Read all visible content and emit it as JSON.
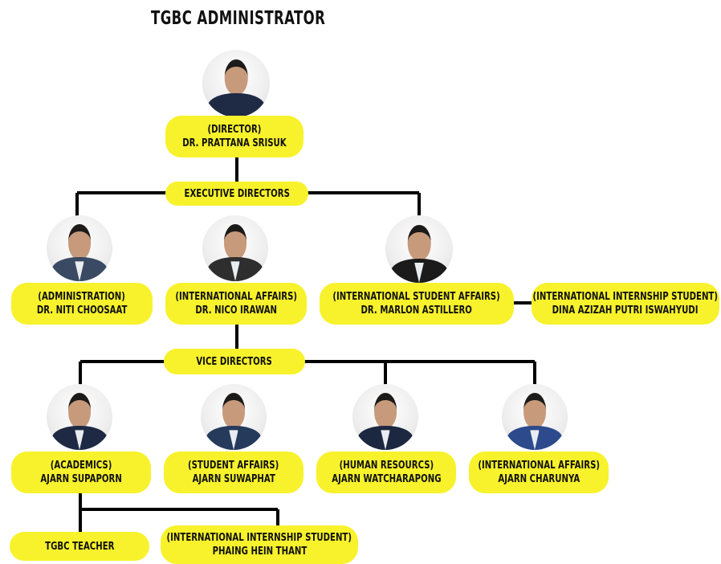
{
  "title": "TGBC ADMINISTRATOR",
  "director": {
    "role": "(DIRECTOR)",
    "name": "DR. PRATTANA SRISUK"
  },
  "executive_label": "EXECUTIVE DIRECTORS",
  "executives": [
    {
      "role": "(ADMINISTRATION)",
      "name": "DR. NITI CHOOSAAT"
    },
    {
      "role": "(INTERNATIONAL AFFAIRS)",
      "name": "DR. NICO IRAWAN"
    },
    {
      "role": "(INTERNATIONAL STUDENT AFFAIRS)",
      "name": "DR. MARLON ASTILLERO"
    }
  ],
  "exec_intern": {
    "role": "(INTERNATIONAL INTERNSHIP STUDENT)",
    "name": "DINA AZIZAH PUTRI ISWAHYUDI"
  },
  "vice_label": "VICE DIRECTORS",
  "vices": [
    {
      "role": "(ACADEMICS)",
      "name": "AJARN SUPAPORN"
    },
    {
      "role": "(STUDENT AFFAIRS)",
      "name": "AJARN SUWAPHAT"
    },
    {
      "role": "(HUMAN RESOURCS)",
      "name": "AJARN WATCHARAPONG"
    },
    {
      "role": "(INTERNATIONAL AFFAIRS)",
      "name": "AJARN CHARUNYA"
    }
  ],
  "teacher": {
    "label": "TGBC TEACHER"
  },
  "academic_intern": {
    "role": "(INTERNATIONAL INTERNSHIP STUDENT)",
    "name": "PHAING HEIN THANT"
  },
  "colors": {
    "pill": "#f7f22b",
    "line": "#000000"
  },
  "photos": [
    {
      "subject": "director",
      "body": "#1f2a44",
      "hair": "#1d1a1a"
    },
    {
      "subject": "administration",
      "body": "#3b4a63",
      "hair": "#1a1a1a"
    },
    {
      "subject": "international-affairs-exec",
      "body": "#2e2e2e",
      "hair": "#111111"
    },
    {
      "subject": "international-student-affairs",
      "body": "#1b1b1b",
      "hair": "#141414"
    },
    {
      "subject": "academics",
      "body": "#1e2a44",
      "hair": "#141414"
    },
    {
      "subject": "student-affairs",
      "body": "#263a5c",
      "hair": "#1a1414"
    },
    {
      "subject": "human-resources",
      "body": "#1c2740",
      "hair": "#111111"
    },
    {
      "subject": "international-affairs-vice",
      "body": "#2c4a8c",
      "hair": "#1f1515"
    }
  ]
}
